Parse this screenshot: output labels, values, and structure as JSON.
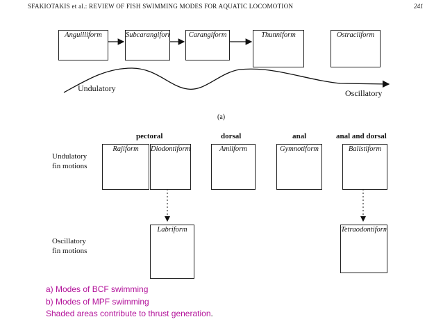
{
  "header": {
    "running_title": "SFAKIOTAKIS et al.: REVIEW OF FISH SWIMMING MODES FOR AQUATIC LOCOMOTION",
    "page_number": "241"
  },
  "bcf": {
    "modes": [
      "Anguilliform",
      "Subcarangiform",
      "Carangiform",
      "Thunniform",
      "Ostraciiform"
    ],
    "axis_left": "Undulatory",
    "axis_right": "Oscillatory",
    "panel_label": "(a)"
  },
  "mpf": {
    "column_titles": [
      "pectoral",
      "dorsal",
      "anal",
      "anal and dorsal"
    ],
    "row_labels": {
      "undulatory": [
        "Undulatory",
        "fin motions"
      ],
      "oscillatory": [
        "Oscillatory",
        "fin motions"
      ]
    },
    "undulatory_modes": [
      "Rajiform",
      "Diodontiform",
      "Amiiform",
      "Gymnotiform",
      "Balistiform"
    ],
    "oscillatory_modes": [
      "Labriform",
      "Tetraodontiform"
    ]
  },
  "notes": {
    "line_a": "a)   Modes of BCF swimming",
    "line_b": "b)   Modes of MPF swimming",
    "line_c": "Shaded areas contribute to thrust generation",
    "line_c_end": "."
  }
}
